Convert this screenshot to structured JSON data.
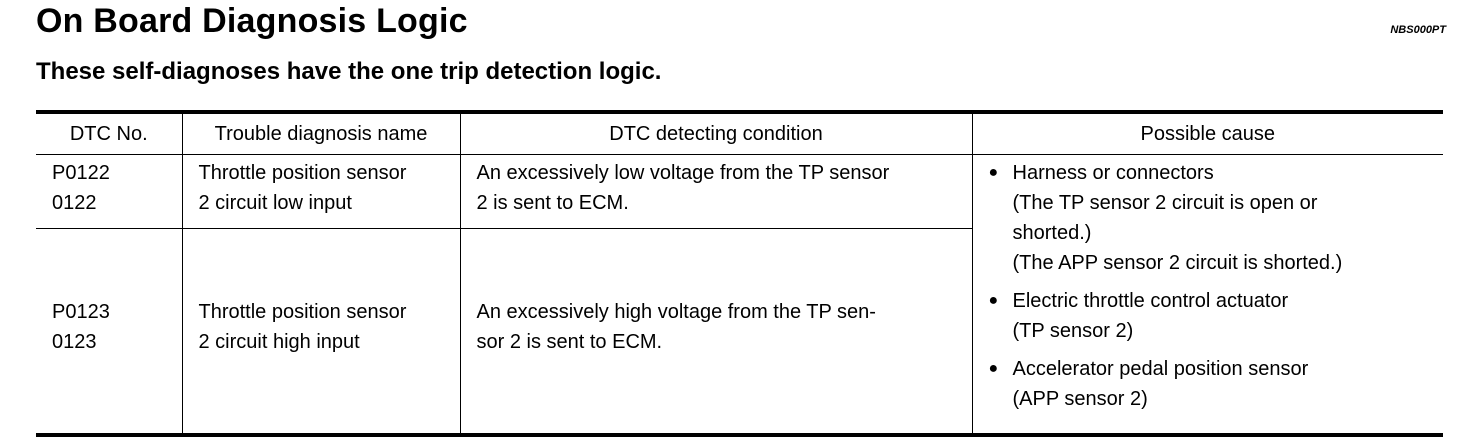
{
  "header": {
    "title": "On Board Diagnosis Logic",
    "code": "NBS000PT",
    "subtitle": "These self-diagnoses have the one trip detection logic."
  },
  "table": {
    "columns": [
      "DTC No.",
      "Trouble diagnosis name",
      "DTC detecting condition",
      "Possible cause"
    ],
    "rows": [
      {
        "dtc": [
          "P0122",
          "0122"
        ],
        "name": [
          "Throttle position sensor",
          "2 circuit low input"
        ],
        "condition": [
          "An excessively low voltage from the TP sensor",
          "2 is sent to ECM."
        ]
      },
      {
        "dtc": [
          "P0123",
          "0123"
        ],
        "name": [
          "Throttle position sensor",
          "2 circuit high input"
        ],
        "condition": [
          "An excessively high voltage from the TP sen-",
          "sor 2 is sent to ECM."
        ]
      }
    ],
    "possible_causes": [
      {
        "lines": [
          "Harness or connectors",
          "(The TP sensor 2 circuit is open or",
          "shorted.)",
          "(The APP sensor 2 circuit is shorted.)"
        ]
      },
      {
        "lines": [
          "Electric throttle control actuator",
          "(TP sensor 2)"
        ]
      },
      {
        "lines": [
          "Accelerator pedal position sensor",
          "(APP sensor 2)"
        ]
      }
    ]
  }
}
